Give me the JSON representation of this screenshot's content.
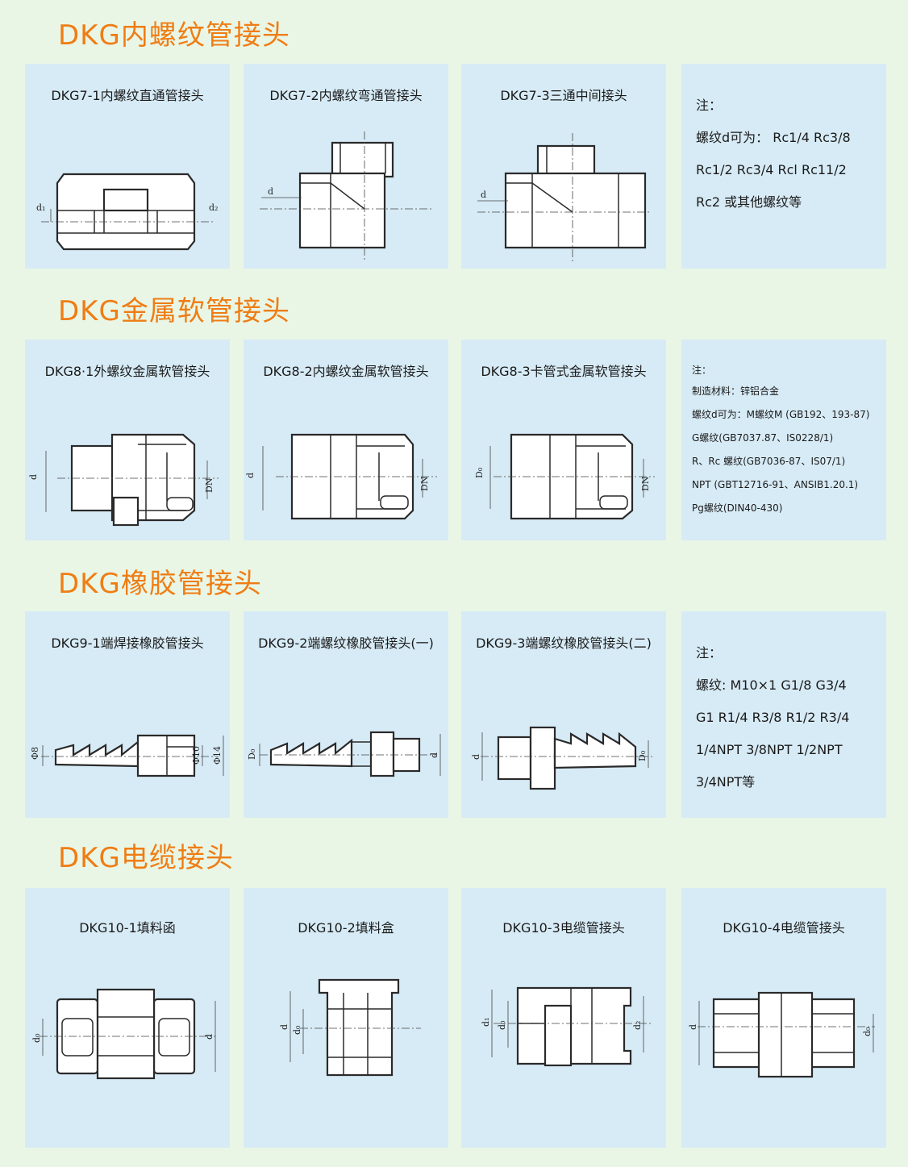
{
  "sections": [
    {
      "title": "DKG内螺纹管接头",
      "cards": [
        "DKG7-1内螺纹直通管接头",
        "DKG7-2内螺纹弯通管接头",
        "DKG7-3三通中间接头"
      ],
      "note": [
        "注：",
        "螺纹d可为： Rc1/4   Rc3/8",
        "Rc1/2 Rc3/4   Rcl Rc11/2",
        "Rc2  或其他螺纹等"
      ]
    },
    {
      "title": "DKG金属软管接头",
      "cards": [
        "DKG8·1外螺纹金属软管接头",
        "DKG8-2内螺纹金属软管接头",
        "DKG8-3卡管式金属软管接头"
      ],
      "note": [
        "注：",
        "制造材料：锌铝合金",
        "螺纹d可为：M螺纹M (GB192、193-87)",
        "G螺纹(GB7037.87、IS0228/1)",
        "R、Rc 螺纹(GB7036-87、IS07/1)",
        "NPT (GBT12716-91、ANSIB1.20.1)",
        "Pg螺纹(DIN40-430)"
      ]
    },
    {
      "title": "DKG橡胶管接头",
      "cards": [
        "DKG9-1端焊接橡胶管接头",
        "DKG9-2端螺纹橡胶管接头(一)",
        "DKG9-3端螺纹橡胶管接头(二)"
      ],
      "note": [
        "注：",
        "螺纹: M10×1  G1/8  G3/4",
        "G1 R1/4  R3/8  R1/2  R3/4",
        "1/4NPT  3/8NPT  1/2NPT",
        "3/4NPT等"
      ]
    },
    {
      "title": "DKG电缆接头",
      "cards": [
        "DKG10-1填料函",
        "DKG10-2填料盒",
        "DKG10-3电缆管接头",
        "DKG10-4电缆管接头"
      ]
    }
  ],
  "dims": {
    "d": "d",
    "d1": "d₁",
    "d2": "d₂",
    "DN": "DN",
    "D0": "D₀",
    "phi8": "Φ8",
    "phi10": "Φ10",
    "phi14": "Φ14",
    "d0": "d₀"
  },
  "colors": {
    "background": "#e9f6e6",
    "card": "#d7ebf6",
    "title": "#ef7d14"
  }
}
